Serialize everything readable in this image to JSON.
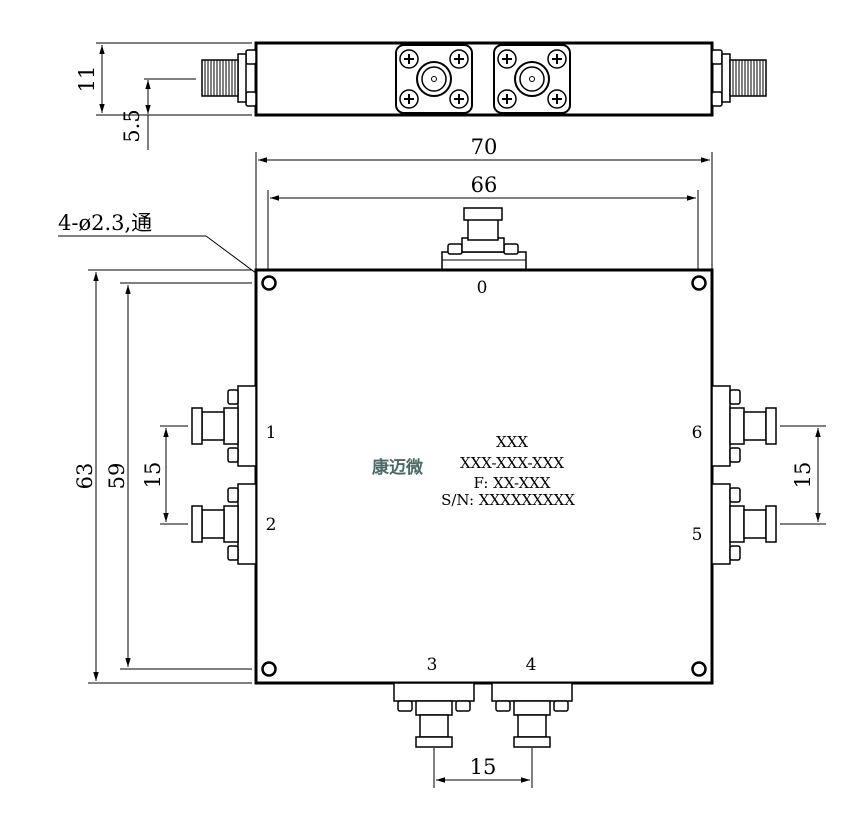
{
  "dimensions": {
    "height_11": "11",
    "offset_5_5": "5.5",
    "width_70": "70",
    "width_66": "66",
    "hole_note": "4-ø2.3,通",
    "height_63": "63",
    "height_59": "59",
    "left_spacing": "15",
    "right_spacing": "15",
    "bottom_spacing": "15"
  },
  "ports": {
    "p0": "0",
    "p1": "1",
    "p2": "2",
    "p3": "3",
    "p4": "4",
    "p5": "5",
    "p6": "6"
  },
  "nameplate": {
    "logo": "康迈微",
    "line1": "XXX",
    "line2": "XXX-XXX-XXX",
    "line3": "F: XX-XXX",
    "line4": "S/N: XXXXXXXXX"
  },
  "colors": {
    "logo": "#4a6a68",
    "line": "#000000"
  }
}
